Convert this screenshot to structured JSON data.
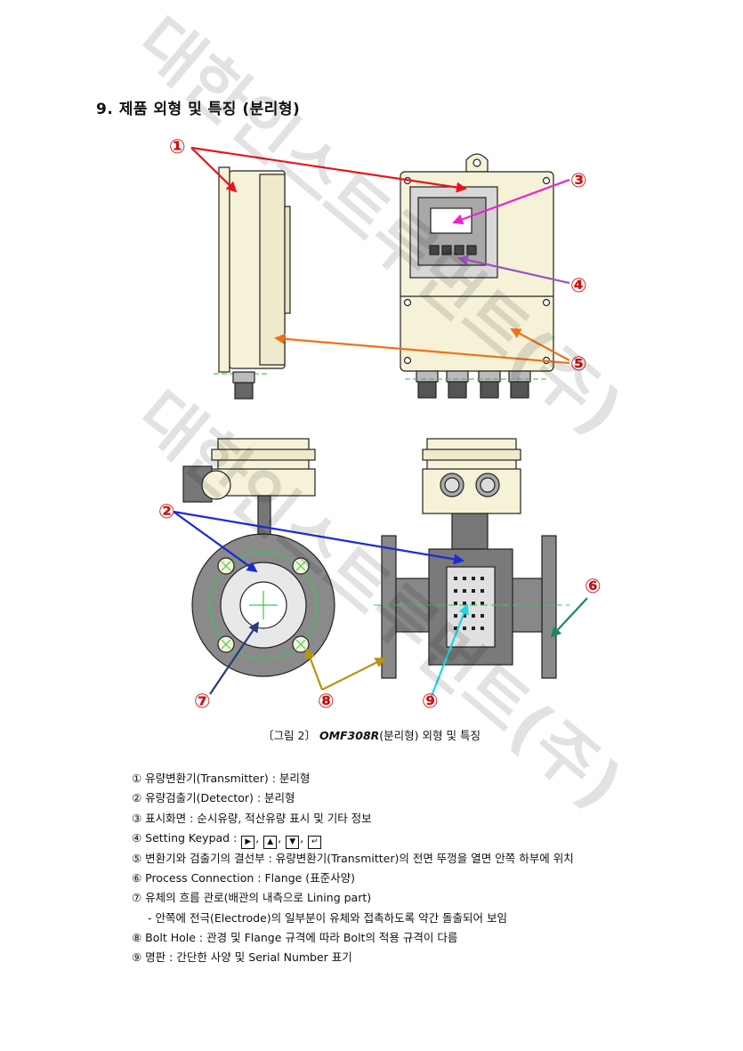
{
  "heading": "9. 제품 외형 및 특징 (분리형)",
  "callouts": [
    "①",
    "②",
    "③",
    "④",
    "⑤",
    "⑥",
    "⑦",
    "⑧",
    "⑨"
  ],
  "caption": {
    "prefix": "〔그림 2〕",
    "model": "OMF308R",
    "suffix": "(분리형) 외형 및 특징"
  },
  "legend": [
    "① 유량변환기(Transmitter) : 분리형",
    "② 유량검출기(Detector) : 분리형",
    "③ 표시화면 : 순시유량, 적산유량 표시 및 기타 정보",
    "④ Setting Keypad :",
    "⑤ 변환기와 검출기의 결선부 : 유량변환기(Transmitter)의 전면 뚜껑을 열면 안쪽 하부에 위치",
    "⑥ Process Connection : Flange (표준사양)",
    "⑦ 유체의 흐름 관로(배관의 내측으로 Lining part)",
    "- 안쪽에 전극(Electrode)의 일부분이 유체와 접촉하도록 약간 돌출되어 보임",
    "⑧ Bolt Hole : 관경 및 Flange 규격에 따라 Bolt의 적용 규격이 다름",
    "⑨ 명판 : 간단한 사양 및 Serial Number 표기"
  ],
  "keypad_keys": [
    "▶",
    "▲",
    "▼",
    "↵"
  ],
  "watermark": [
    "대한인스트루먼트(주)",
    "대한인스트루먼트(주)"
  ],
  "colors": {
    "c1": "#e8141c",
    "c2": "#1a2ad8",
    "c3": "#ee22cc",
    "c4": "#9a55bb",
    "c5": "#f07018",
    "c6": "#1a8a5a",
    "c7": "#2a3a7a",
    "c8": "#b8960e",
    "c9": "#18d8e8",
    "callout_text": "#cc1111",
    "housing": "#f5f2d8",
    "grey": "#7a7a7a"
  }
}
